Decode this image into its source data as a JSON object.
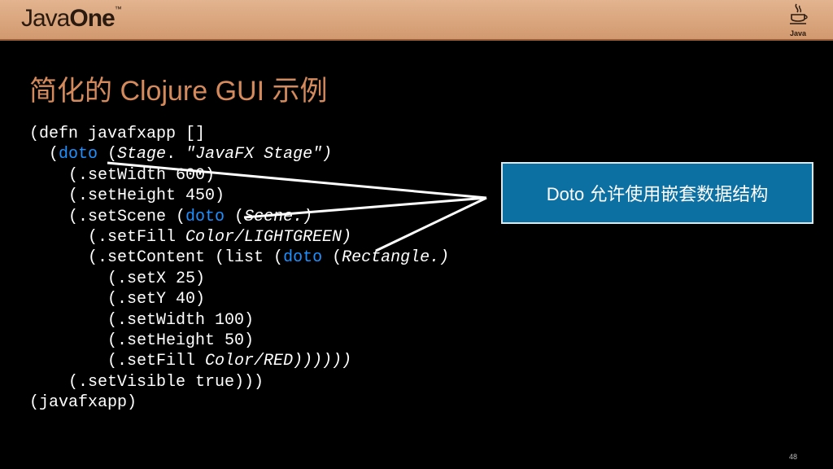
{
  "header": {
    "brand_regular": "Java",
    "brand_bold": "One",
    "brand_mark": "™",
    "java_logo_label": "Java"
  },
  "slide": {
    "title": "简化的 Clojure GUI 示例",
    "callout": "Doto 允许使用嵌套数据结构",
    "page_number": "48"
  },
  "code": {
    "lines": [
      [
        {
          "t": "(defn javafxapp []"
        }
      ],
      [
        {
          "t": "  ("
        },
        {
          "t": "doto",
          "s": "kw"
        },
        {
          "t": " ("
        },
        {
          "t": "Stage",
          "s": "it"
        },
        {
          "t": ". "
        },
        {
          "t": "\"JavaFX Stage\")",
          "s": "it"
        }
      ],
      [
        {
          "t": "    (.setWidth 600)"
        }
      ],
      [
        {
          "t": "    (.setHeight 450)"
        }
      ],
      [
        {
          "t": "    (.setScene ("
        },
        {
          "t": "doto",
          "s": "kw"
        },
        {
          "t": " ("
        },
        {
          "t": "Scene.)",
          "s": "it"
        }
      ],
      [
        {
          "t": "      (.setFill "
        },
        {
          "t": "Color/LIGHTGREEN)",
          "s": "it"
        }
      ],
      [
        {
          "t": "      (.setContent (list ("
        },
        {
          "t": "doto",
          "s": "kw"
        },
        {
          "t": " ("
        },
        {
          "t": "Rectangle.)",
          "s": "it"
        }
      ],
      [
        {
          "t": "        (.setX 25)"
        }
      ],
      [
        {
          "t": "        (.setY 40)"
        }
      ],
      [
        {
          "t": "        (.setWidth 100)"
        }
      ],
      [
        {
          "t": "        (.setHeight 50)"
        }
      ],
      [
        {
          "t": "        (.setFill "
        },
        {
          "t": "Color/RED))))))",
          "s": "it"
        }
      ],
      [
        {
          "t": "    (.setVisible true)))"
        }
      ],
      [
        {
          "t": "(javafxapp)"
        }
      ]
    ]
  }
}
